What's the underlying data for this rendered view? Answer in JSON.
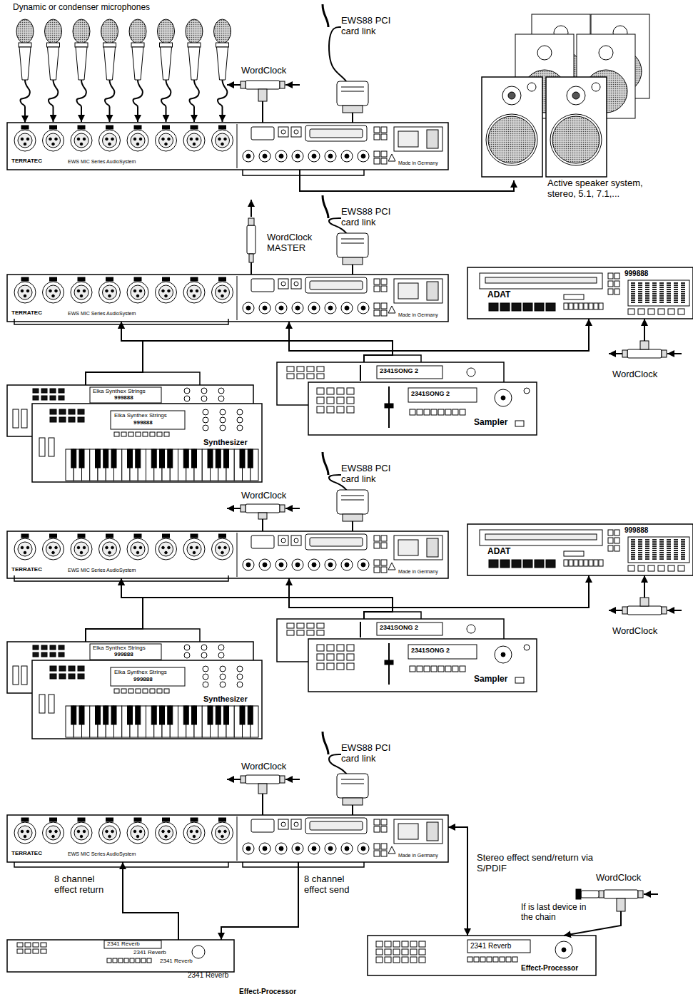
{
  "diagram": {
    "nodes": [
      {
        "text": [
          "Dynamic or condenser microphones"
        ]
      },
      {
        "text": [
          "WordClock"
        ]
      },
      {
        "text": [
          "EWS88 PCI card link"
        ]
      },
      {
        "text": [
          "TERRATEC",
          "EWS MIC Series AudioSystem",
          "Made in Germany"
        ]
      },
      {
        "text": [
          "Active speaker system, stereo, 5.1, 7.1,..."
        ]
      },
      {
        "text": [
          "EWS88 PCI card link"
        ]
      },
      {
        "text": [
          "WordClock MASTER"
        ]
      },
      {
        "text": [
          "TERRATEC",
          "EWS MIC Series AudioSystem",
          "Made in Germany"
        ]
      },
      {
        "text": [
          "ADAT",
          "999888"
        ]
      },
      {
        "text": [
          "WordClock"
        ]
      },
      {
        "text": [
          "Elka Synthex Strings",
          "999888"
        ]
      },
      {
        "text": [
          "Elka Synthex Strings",
          "999888",
          "Synthesizer"
        ]
      },
      {
        "text": [
          "2341SONG 2"
        ]
      },
      {
        "text": [
          "2341SONG 2",
          "Sampler"
        ]
      },
      {
        "text": [
          "EWS88 PCI card link"
        ]
      },
      {
        "text": [
          "WordClock"
        ]
      },
      {
        "text": [
          "TERRATEC",
          "EWS MIC Series AudioSystem",
          "Made in Germany"
        ]
      },
      {
        "text": [
          "ADAT",
          "999888"
        ]
      },
      {
        "text": [
          "WordClock"
        ]
      },
      {
        "text": [
          "Elka Synthex Strings",
          "999888"
        ]
      },
      {
        "text": [
          "Elka Synthex Strings",
          "999888",
          "Synthesizer"
        ]
      },
      {
        "text": [
          "2341SONG 2"
        ]
      },
      {
        "text": [
          "2341SONG 2",
          "Sampler"
        ]
      },
      {
        "text": [
          "EWS88 PCI card link"
        ]
      },
      {
        "text": [
          "WordClock"
        ]
      },
      {
        "text": [
          "TERRATEC",
          "EWS MIC Series AudioSystem",
          "Made in Germany"
        ]
      },
      {
        "text": [
          "2341 Reverb"
        ]
      },
      {
        "text": [
          "2341 Reverb"
        ]
      },
      {
        "text": [
          "2341 Reverb"
        ]
      },
      {
        "text": [
          "2341 Reverb",
          "Effect-Processor"
        ]
      },
      {
        "text": [
          "WordClock"
        ]
      },
      {
        "text": [
          "2341 Reverb",
          "Effect-Processor"
        ]
      }
    ],
    "edges": [
      {
        "from": 0,
        "to": 3,
        "arrow": "to"
      },
      {
        "from": 1,
        "to": 3,
        "arrow": "none"
      },
      {
        "from": 2,
        "to": 3,
        "arrow": "none"
      },
      {
        "from": 3,
        "to": 4,
        "arrow": "to"
      },
      {
        "from": 5,
        "to": 7,
        "arrow": "none"
      },
      {
        "from": 6,
        "to": 7,
        "arrow": "none"
      },
      {
        "from": 10,
        "to": 7,
        "arrow": "to"
      },
      {
        "from": 12,
        "to": 7,
        "arrow": "to"
      },
      {
        "from": 7,
        "to": 8,
        "arrow": "both"
      },
      {
        "from": 9,
        "to": 8,
        "arrow": "to"
      },
      {
        "from": 14,
        "to": 16,
        "arrow": "none"
      },
      {
        "from": 15,
        "to": 16,
        "arrow": "none"
      },
      {
        "from": 19,
        "to": 16,
        "arrow": "to"
      },
      {
        "from": 21,
        "to": 16,
        "arrow": "to"
      },
      {
        "from": 16,
        "to": 17,
        "arrow": "both"
      },
      {
        "from": 18,
        "to": 17,
        "arrow": "to"
      },
      {
        "from": 23,
        "to": 25,
        "arrow": "none"
      },
      {
        "from": 24,
        "to": 25,
        "arrow": "none"
      },
      {
        "from": 26,
        "to": 25,
        "arrow": "to",
        "label": "8 channel effect return"
      },
      {
        "from": 25,
        "to": 26,
        "arrow": "to",
        "label": "8 channel effect send"
      },
      {
        "from": 25,
        "to": 31,
        "arrow": "both",
        "label": "Stereo effect send/return via S/PDIF"
      },
      {
        "from": 30,
        "to": 31,
        "arrow": "to",
        "label": "If is last device in the chain"
      }
    ]
  }
}
